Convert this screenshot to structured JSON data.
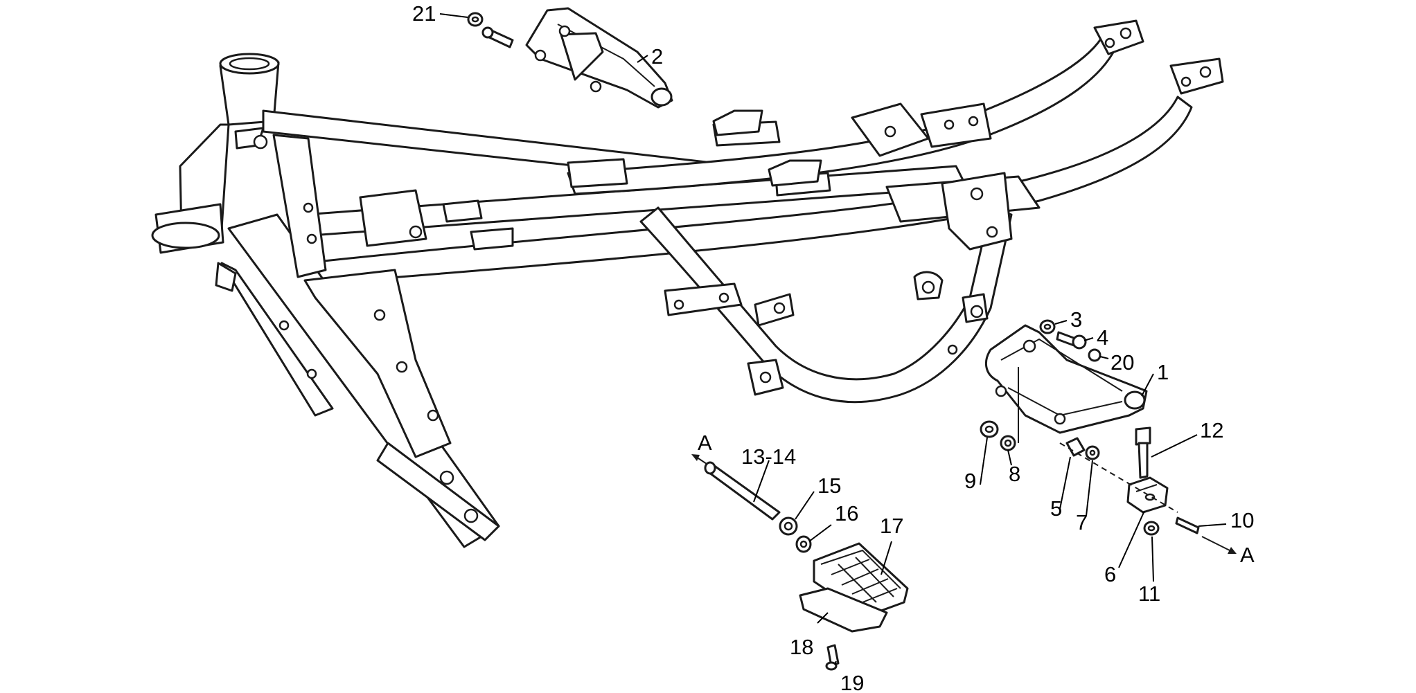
{
  "callouts": {
    "c1": "1",
    "c2": "2",
    "c3": "3",
    "c4": "4",
    "c5": "5",
    "c6": "6",
    "c7": "7",
    "c8": "8",
    "c9": "9",
    "c10": "10",
    "c11": "11",
    "c12": "12",
    "c13_14": "13-14",
    "c15": "15",
    "c16": "16",
    "c17": "17",
    "c18": "18",
    "c19": "19",
    "c20": "20",
    "c21": "21"
  },
  "section_markers": {
    "left": "A",
    "right": "A"
  },
  "colors": {
    "line": "#1a1a1a",
    "background": "#ffffff"
  }
}
